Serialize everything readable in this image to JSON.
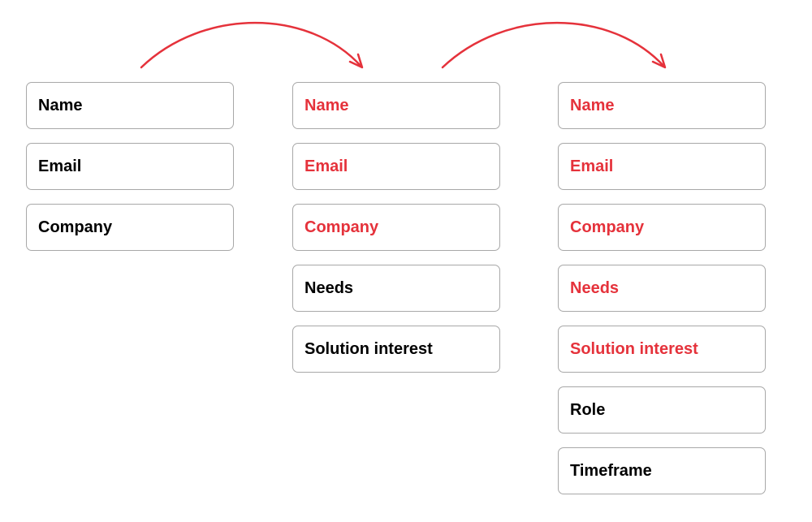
{
  "colors": {
    "accent": "#e5323b",
    "text": "#000000",
    "border": "#a8a8a8"
  },
  "stages": [
    {
      "fields": [
        {
          "label": "Name",
          "carried": false
        },
        {
          "label": "Email",
          "carried": false
        },
        {
          "label": "Company",
          "carried": false
        }
      ]
    },
    {
      "fields": [
        {
          "label": "Name",
          "carried": true
        },
        {
          "label": "Email",
          "carried": true
        },
        {
          "label": "Company",
          "carried": true
        },
        {
          "label": "Needs",
          "carried": false
        },
        {
          "label": "Solution interest",
          "carried": false
        }
      ]
    },
    {
      "fields": [
        {
          "label": "Name",
          "carried": true
        },
        {
          "label": "Email",
          "carried": true
        },
        {
          "label": "Company",
          "carried": true
        },
        {
          "label": "Needs",
          "carried": true
        },
        {
          "label": "Solution interest",
          "carried": true
        },
        {
          "label": "Role",
          "carried": false
        },
        {
          "label": "Timeframe",
          "carried": false
        }
      ]
    }
  ],
  "arrows": [
    {
      "from_stage": 1,
      "to_stage": 2
    },
    {
      "from_stage": 2,
      "to_stage": 3
    }
  ]
}
